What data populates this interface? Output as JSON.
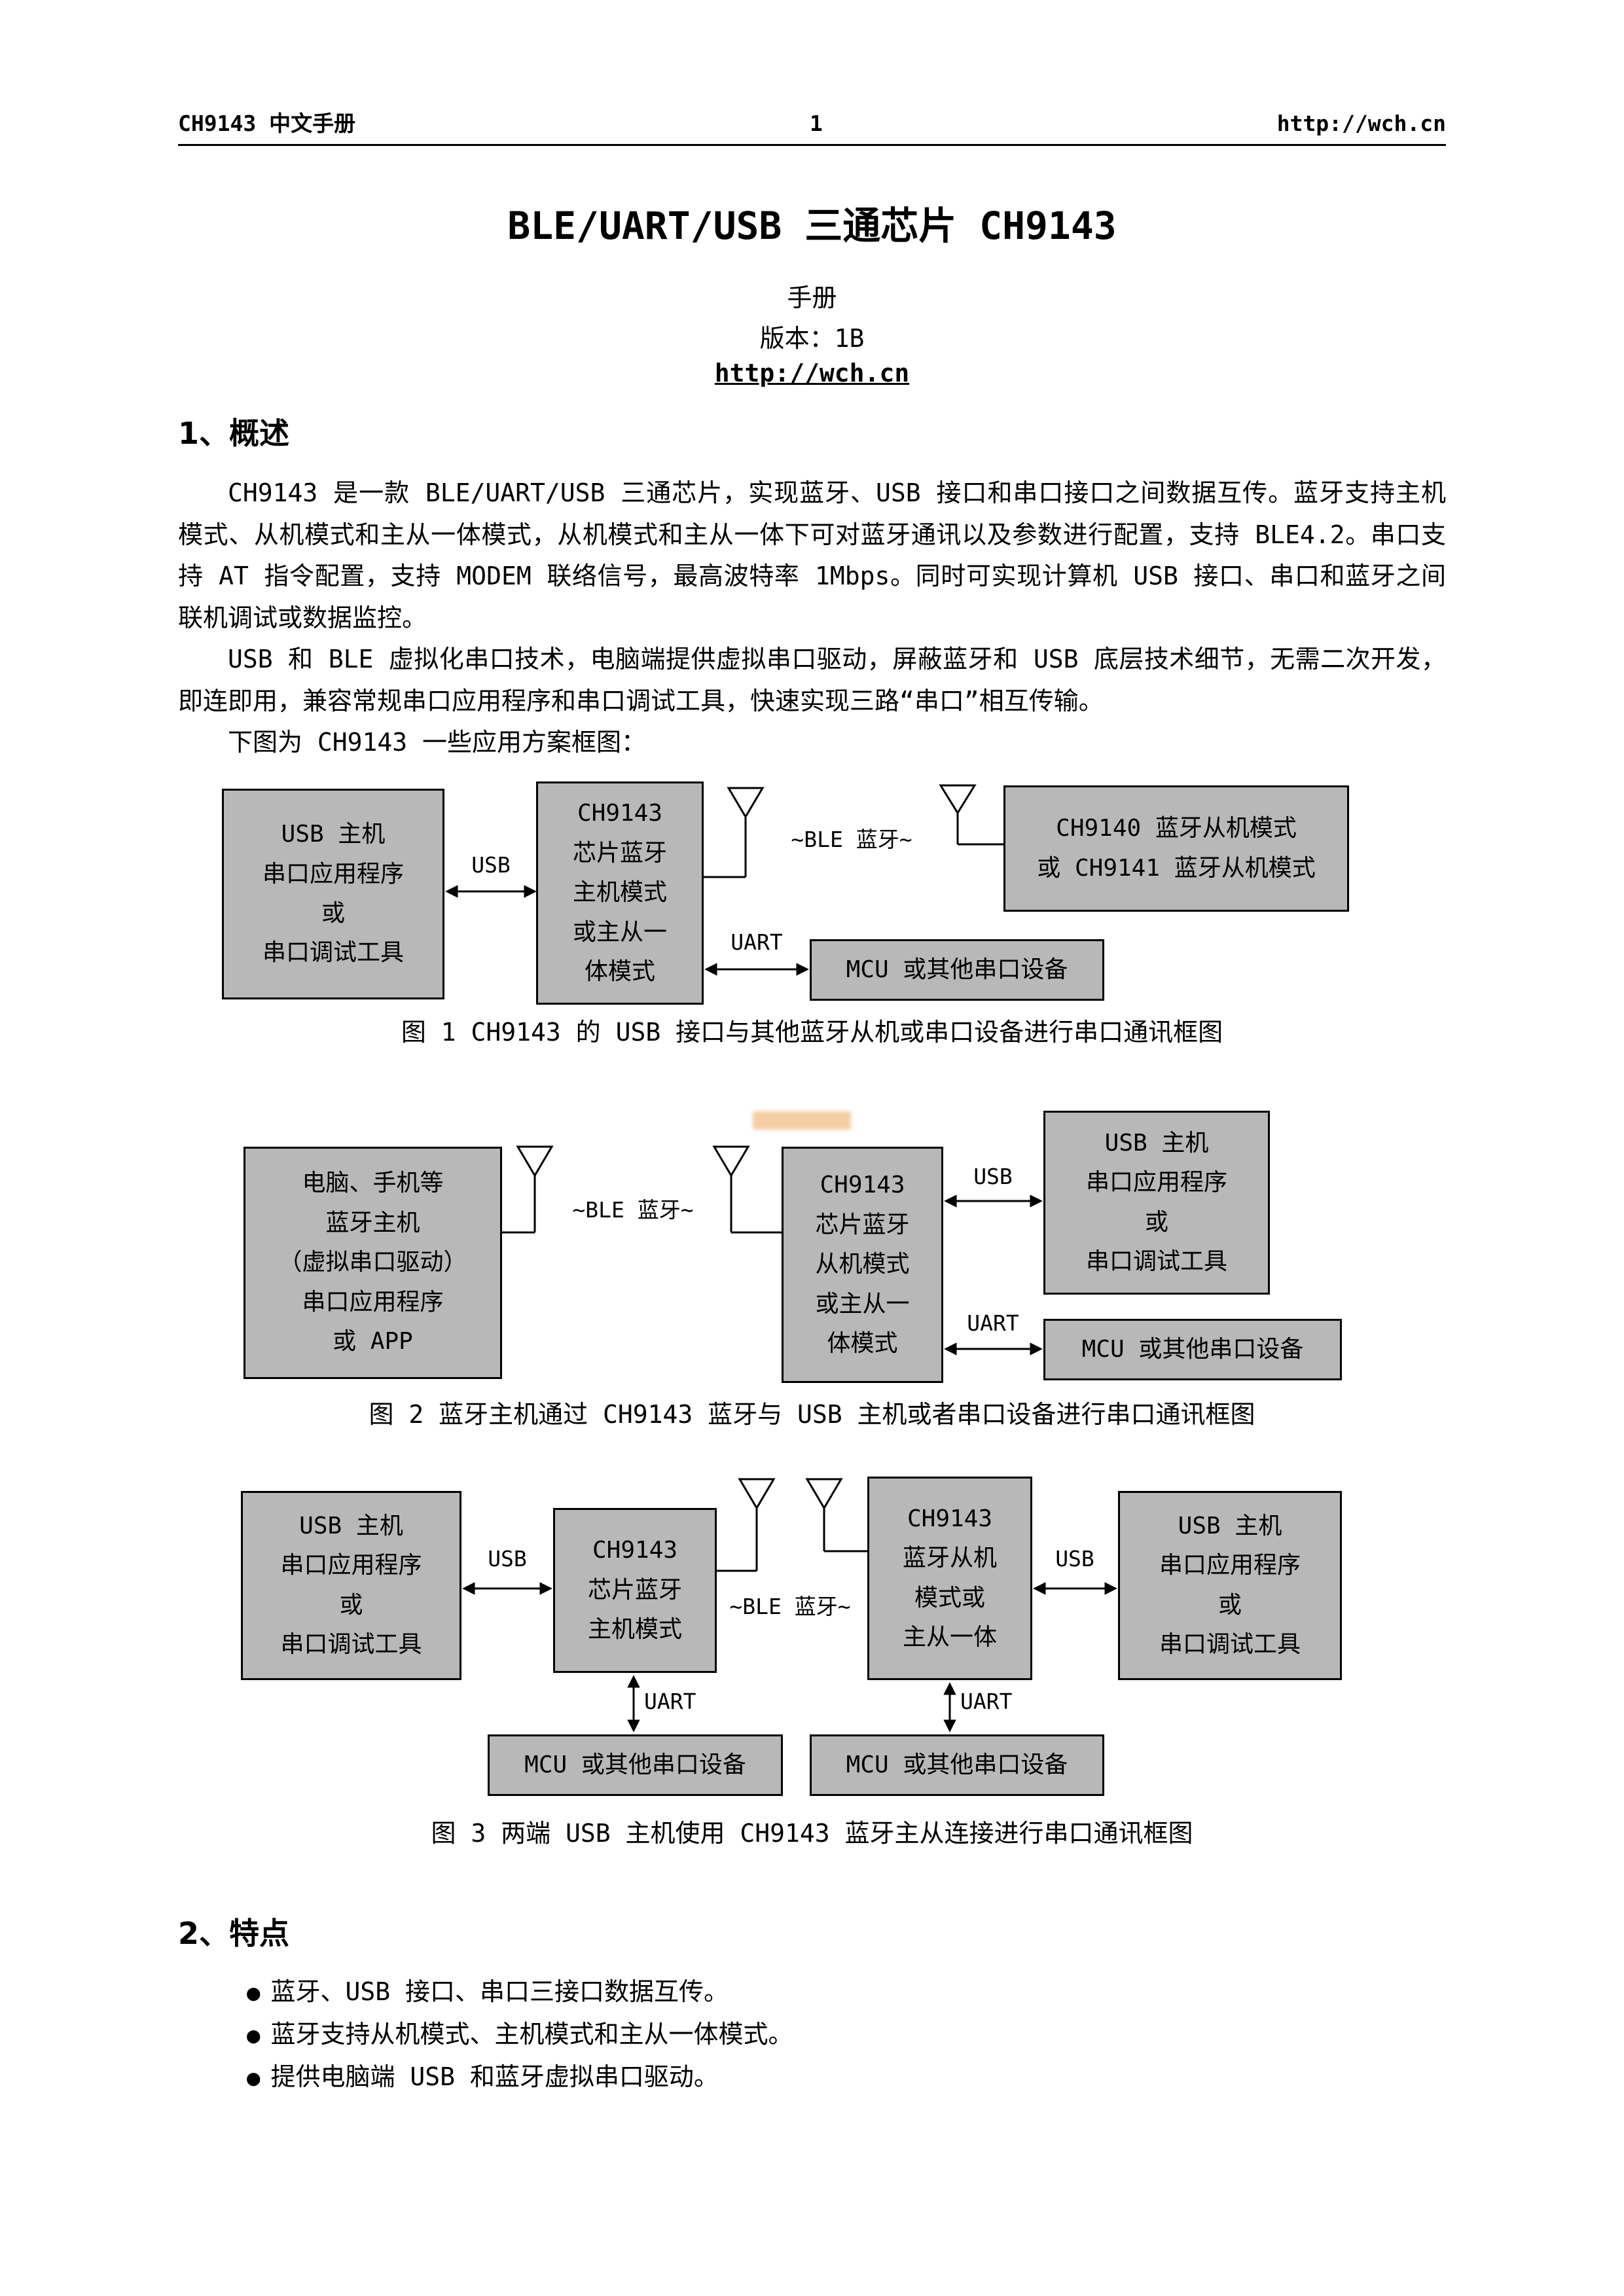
{
  "colors": {
    "box_fill": "#b8b8b8",
    "watermark": "#e8851c"
  },
  "header": {
    "left": "CH9143 中文手册",
    "page_number": "1",
    "right": "http://wch.cn"
  },
  "title": "BLE/UART/USB 三通芯片 CH9143",
  "subtitle": {
    "doc_type": "手册",
    "version": "版本：1B",
    "link": "http://wch.cn"
  },
  "overview": {
    "heading": "1、概述",
    "paragraphs": [
      "CH9143 是一款 BLE/UART/USB 三通芯片，实现蓝牙、USB 接口和串口接口之间数据互传。蓝牙支持主机模式、从机模式和主从一体模式，从机模式和主从一体下可对蓝牙通讯以及参数进行配置，支持 BLE4.2。串口支持 AT 指令配置，支持 MODEM 联络信号，最高波特率 1Mbps。同时可实现计算机 USB 接口、串口和蓝牙之间联机调试或数据监控。",
      "USB 和 BLE 虚拟化串口技术，电脑端提供虚拟串口驱动，屏蔽蓝牙和 USB 底层技术细节，无需二次开发，即连即用，兼容常规串口应用程序和串口调试工具，快速实现三路“串口”相互传输。",
      "下图为 CH9143 一些应用方案框图："
    ]
  },
  "figure1": {
    "box_usb_host": [
      "USB 主机",
      "串口应用程序",
      "或",
      "串口调试工具"
    ],
    "box_ch9143": [
      "CH9143",
      "芯片蓝牙",
      "主机模式",
      "或主从一",
      "体模式"
    ],
    "box_ble_slave": [
      "CH9140 蓝牙从机模式",
      "或 CH9141 蓝牙从机模式"
    ],
    "box_mcu": "MCU 或其他串口设备",
    "label_usb": "USB",
    "label_ble": "~BLE 蓝牙~",
    "label_uart": "UART",
    "caption": "图 1 CH9143 的 USB 接口与其他蓝牙从机或串口设备进行串口通讯框图"
  },
  "figure2": {
    "box_bt_host": [
      "电脑、手机等",
      "蓝牙主机",
      "（虚拟串口驱动）",
      "串口应用程序",
      "或 APP"
    ],
    "box_ch9143": [
      "CH9143",
      "芯片蓝牙",
      "从机模式",
      "或主从一",
      "体模式"
    ],
    "box_usb_host": [
      "USB 主机",
      "串口应用程序",
      "或",
      "串口调试工具"
    ],
    "box_mcu": "MCU 或其他串口设备",
    "label_ble": "~BLE 蓝牙~",
    "label_usb": "USB",
    "label_uart": "UART",
    "caption": "图 2 蓝牙主机通过 CH9143 蓝牙与 USB 主机或者串口设备进行串口通讯框图"
  },
  "figure3": {
    "box_usb_host_left": [
      "USB 主机",
      "串口应用程序",
      "或",
      "串口调试工具"
    ],
    "box_ch9143_master": [
      "CH9143",
      "芯片蓝牙",
      "主机模式"
    ],
    "box_ch9143_slave": [
      "CH9143",
      "蓝牙从机",
      "模式或",
      "主从一体"
    ],
    "box_usb_host_right": [
      "USB 主机",
      "串口应用程序",
      "或",
      "串口调试工具"
    ],
    "box_mcu_left": "MCU 或其他串口设备",
    "box_mcu_right": "MCU 或其他串口设备",
    "label_usb_left": "USB",
    "label_usb_right": "USB",
    "label_ble": "~BLE 蓝牙~",
    "label_uart_left": "UART",
    "label_uart_right": "UART",
    "caption": "图 3 两端 USB 主机使用 CH9143 蓝牙主从连接进行串口通讯框图"
  },
  "features": {
    "heading": "2、特点",
    "bullet_char": "●",
    "items": [
      "蓝牙、USB 接口、串口三接口数据互传。",
      "蓝牙支持从机模式、主机模式和主从一体模式。",
      "提供电脑端 USB 和蓝牙虚拟串口驱动。"
    ]
  }
}
